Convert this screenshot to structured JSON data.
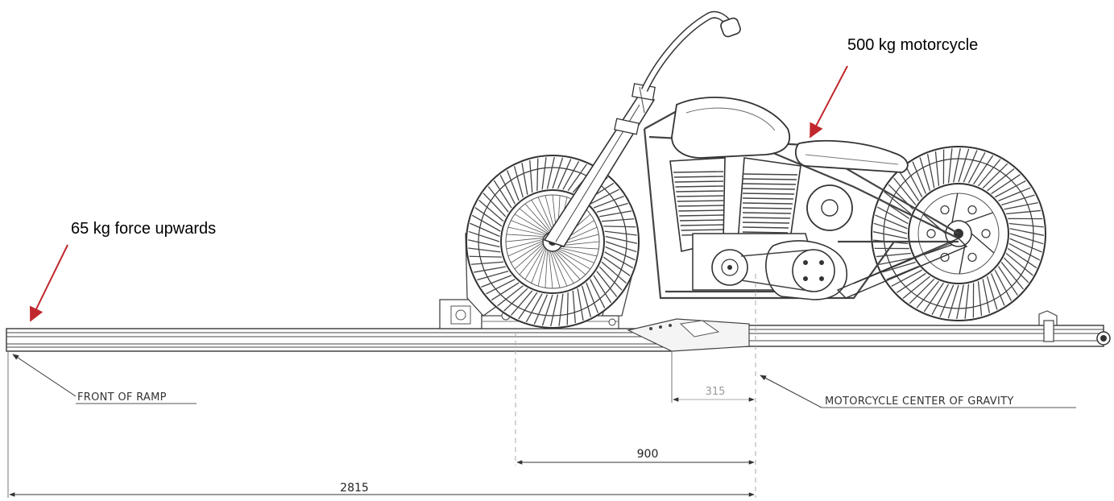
{
  "annotations": {
    "bike_mass": "500 kg motorcycle",
    "front_force": "65 kg force upwards"
  },
  "labels": {
    "front_of_ramp": "FRONT OF RAMP",
    "center_of_gravity": "MOTORCYCLE CENTER OF GRAVITY"
  },
  "dimensions": {
    "short": "315",
    "mid": "900",
    "total": "2815"
  },
  "colors": {
    "arrow": "#c0282d",
    "line": "#444444"
  }
}
